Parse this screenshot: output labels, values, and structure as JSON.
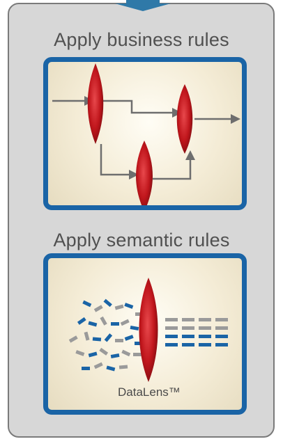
{
  "sections": [
    {
      "title": "Apply business rules"
    },
    {
      "title": "Apply semantic rules",
      "caption": "DataLens™"
    }
  ],
  "colors": {
    "frame_border": "#7a7a7a",
    "frame_fill": "#d7d7d7",
    "panel_border": "#1a64a6",
    "lens_red": "#c0161c",
    "arrow_gray": "#6e6e6e",
    "data_blue": "#1a64a6",
    "data_gray": "#9a9a9a"
  },
  "icons": [
    "down-arrow-icon",
    "lens-icon",
    "flow-arrow-icon",
    "data-dash-icon"
  ]
}
